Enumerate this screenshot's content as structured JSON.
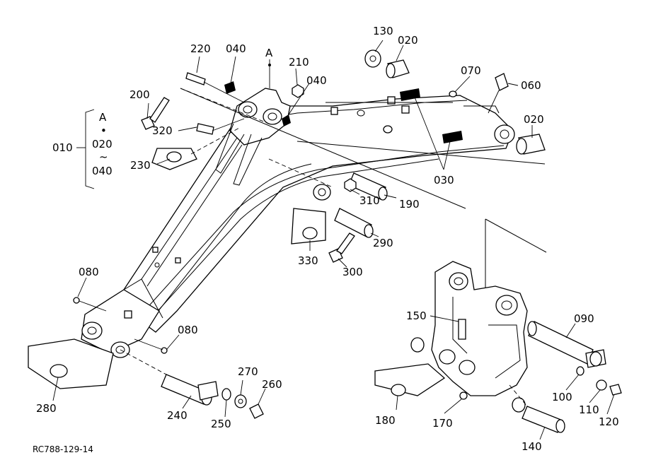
{
  "doc_code": "RC788-129-14",
  "group": {
    "part": "010",
    "ref": "A",
    "dot": "•",
    "from": "020",
    "tilde": "~",
    "to": "040"
  },
  "callout_a": "A",
  "labels": {
    "p020a": "020",
    "p020b": "020",
    "p030": "030",
    "p040a": "040",
    "p040b": "040",
    "p060": "060",
    "p070": "070",
    "p080a": "080",
    "p080b": "080",
    "p090": "090",
    "p100": "100",
    "p110": "110",
    "p120": "120",
    "p130": "130",
    "p140": "140",
    "p150": "150",
    "p170": "170",
    "p180": "180",
    "p190": "190",
    "p200": "200",
    "p210": "210",
    "p220": "220",
    "p230": "230",
    "p240": "240",
    "p250": "250",
    "p260": "260",
    "p270": "270",
    "p280": "280",
    "p290": "290",
    "p300": "300",
    "p310": "310",
    "p320": "320",
    "p330": "330"
  }
}
